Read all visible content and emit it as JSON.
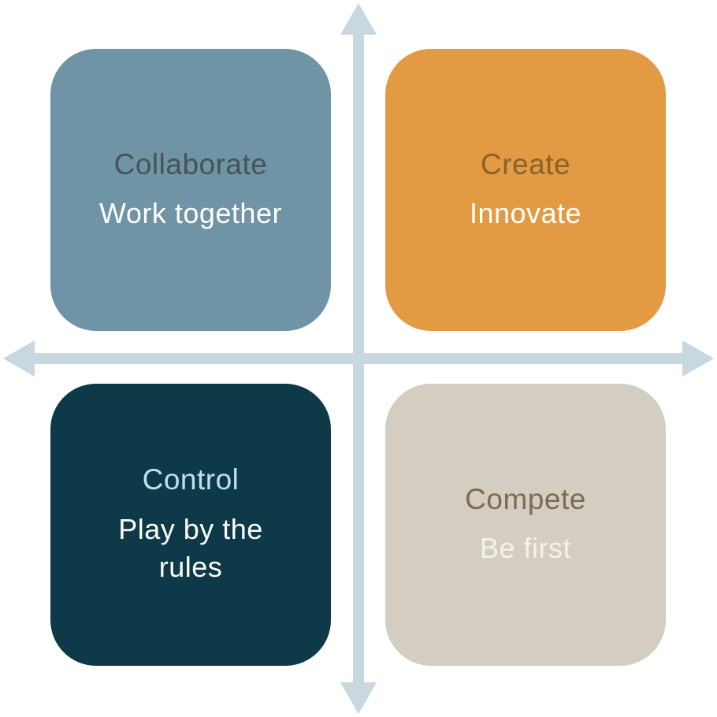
{
  "diagram": {
    "arrow_color": "#c8d8e0",
    "quadrants": {
      "collaborate": {
        "title": "Collaborate",
        "subtitle": "Work together",
        "bg": "#6f94a5",
        "title_color": "#47525a",
        "subtitle_color": "#ffffff"
      },
      "create": {
        "title": "Create",
        "subtitle": "Innovate",
        "bg": "#e29b42",
        "title_color": "#8a6228",
        "subtitle_color": "#ffffff"
      },
      "control": {
        "title": "Control",
        "subtitle": "Play by the rules",
        "bg": "#0d3948",
        "title_color": "#bfe0ee",
        "subtitle_color": "#ffffff"
      },
      "compete": {
        "title": "Compete",
        "subtitle": "Be first",
        "bg": "#d4cec2",
        "title_color": "#7b6b52",
        "subtitle_color": "#f6f2e9"
      }
    }
  }
}
